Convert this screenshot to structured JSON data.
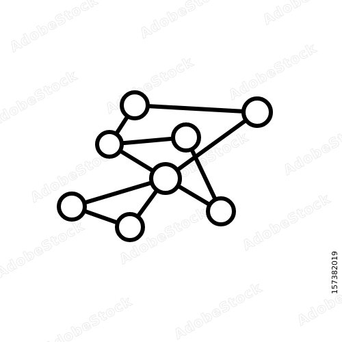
{
  "watermark": {
    "text": "AdobeStock",
    "color": "#ececec"
  },
  "stock_id": "157382019",
  "icon": {
    "name": "network-graph-icon",
    "stroke": "#000000",
    "fill": "#ffffff",
    "nodes": [
      "n1",
      "n2",
      "n3",
      "n4",
      "n5",
      "n6",
      "n7",
      "n8"
    ],
    "edges": [
      [
        "n1",
        "n2"
      ],
      [
        "n1",
        "n3"
      ],
      [
        "n3",
        "n4"
      ],
      [
        "n3",
        "n5"
      ],
      [
        "n2",
        "n5"
      ],
      [
        "n5",
        "n6"
      ],
      [
        "n5",
        "n7"
      ],
      [
        "n5",
        "n8"
      ],
      [
        "n6",
        "n7"
      ],
      [
        "n8",
        "n4"
      ]
    ]
  }
}
